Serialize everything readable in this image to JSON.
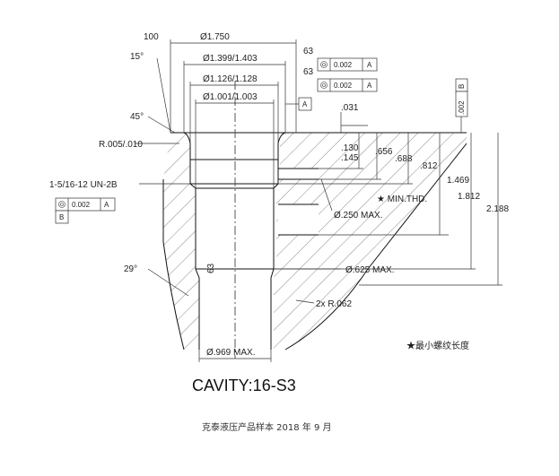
{
  "dimensions": {
    "d1750": "Ø1.750",
    "d1399": "Ø1.399/1.403",
    "d1126": "Ø1.126/1.128",
    "d1001": "Ø1.001/1.003",
    "d250": "Ø.250 MAX.",
    "d625": "Ø.625 MAX.",
    "d969": "Ø.969 MAX.",
    "thread": "1-5/16-12 UN-2B",
    "radius_top": "R.005/.010",
    "radius_bottom": "2x R.062",
    "angle15": "15°",
    "angle45": "45°",
    "angle29": "29°",
    "depth031": ".031",
    "depth130": ".130",
    "depth145": ".145",
    "depth656": ".656",
    "depth688": ".688",
    "depth812": ".812",
    "depth1469": "1.469",
    "depth1812": "1.812",
    "depth2188": "2.188",
    "min_thd": "★ MIN.THD.",
    "rough100": "100",
    "rough63a": "63",
    "rough63b": "63",
    "rough63c": "63"
  },
  "tolerance_frames": {
    "frame1": {
      "tol": "0.002",
      "ref": "A"
    },
    "frame2": {
      "tol": "0.002",
      "ref": "A"
    },
    "frame3": {
      "tol": "0.002",
      "ref": "A",
      "extra": "B"
    },
    "datum_a": "A",
    "datum_b_tol": ".002",
    "datum_b": "B"
  },
  "legend": "★最小螺纹长度",
  "cavity_title": "CAVITY:16-S3",
  "footer": "克泰液压产品样本 2018 年 9 月"
}
